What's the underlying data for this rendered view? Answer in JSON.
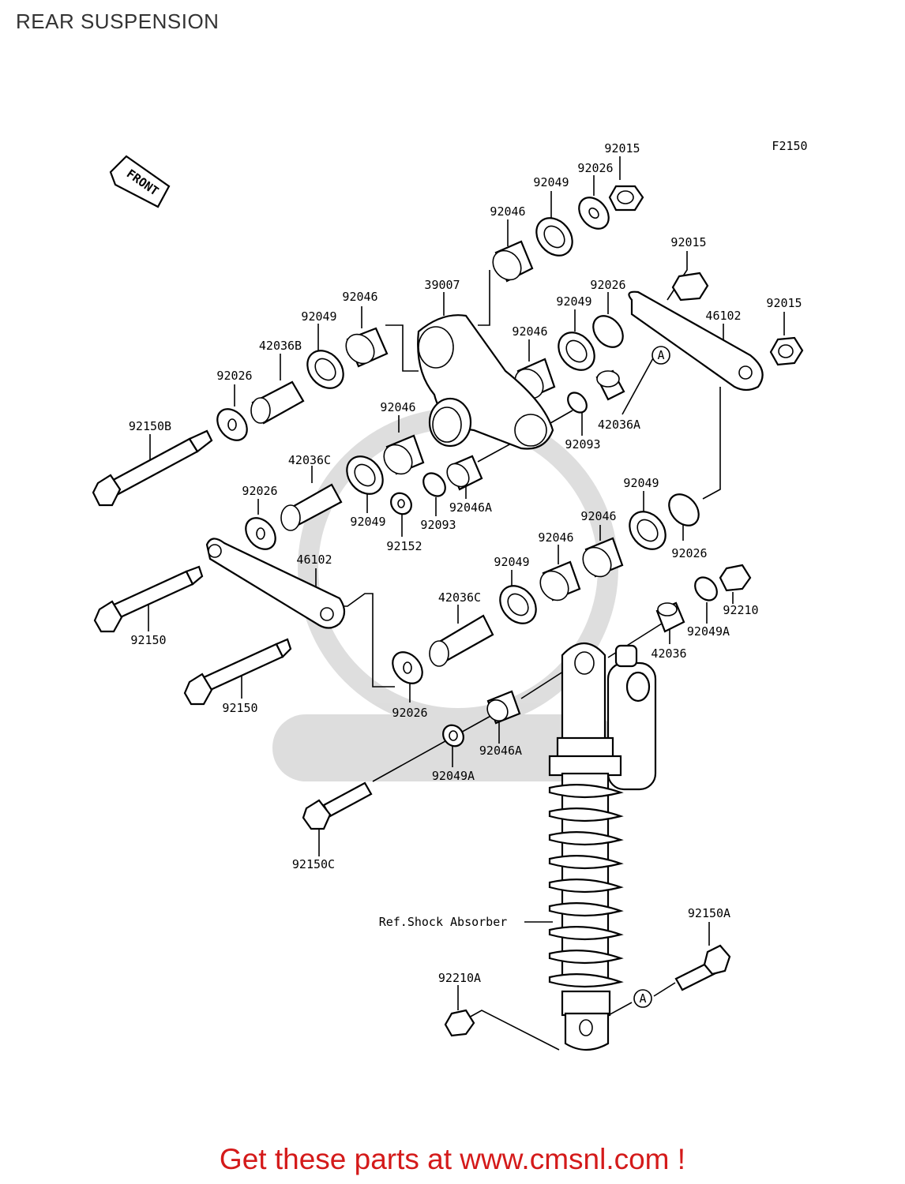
{
  "page": {
    "title": "REAR SUSPENSION",
    "footer": "Get these parts at www.cmsnl.com !"
  },
  "diagram": {
    "code": "F2150",
    "front_label": "FRONT",
    "watermark": "WWW.CMSNL.COM",
    "ref_label": "Ref.Shock Absorber",
    "ref_marker": "A",
    "part_labels": [
      "92015",
      "92026",
      "92049",
      "92046",
      "92015",
      "39007",
      "92026",
      "92049",
      "92015",
      "46102",
      "92046",
      "92046",
      "92049",
      "42036B",
      "92026",
      "92150B",
      "92046",
      "42036A",
      "92093",
      "42036C",
      "92026",
      "92049",
      "92093",
      "92046A",
      "92152",
      "92049",
      "92046",
      "92046",
      "92026",
      "92049",
      "46102",
      "42036C",
      "92210",
      "92049A",
      "42036",
      "92150",
      "92150",
      "92026",
      "92046A",
      "92049A",
      "92150C",
      "92150A",
      "92210A"
    ]
  }
}
